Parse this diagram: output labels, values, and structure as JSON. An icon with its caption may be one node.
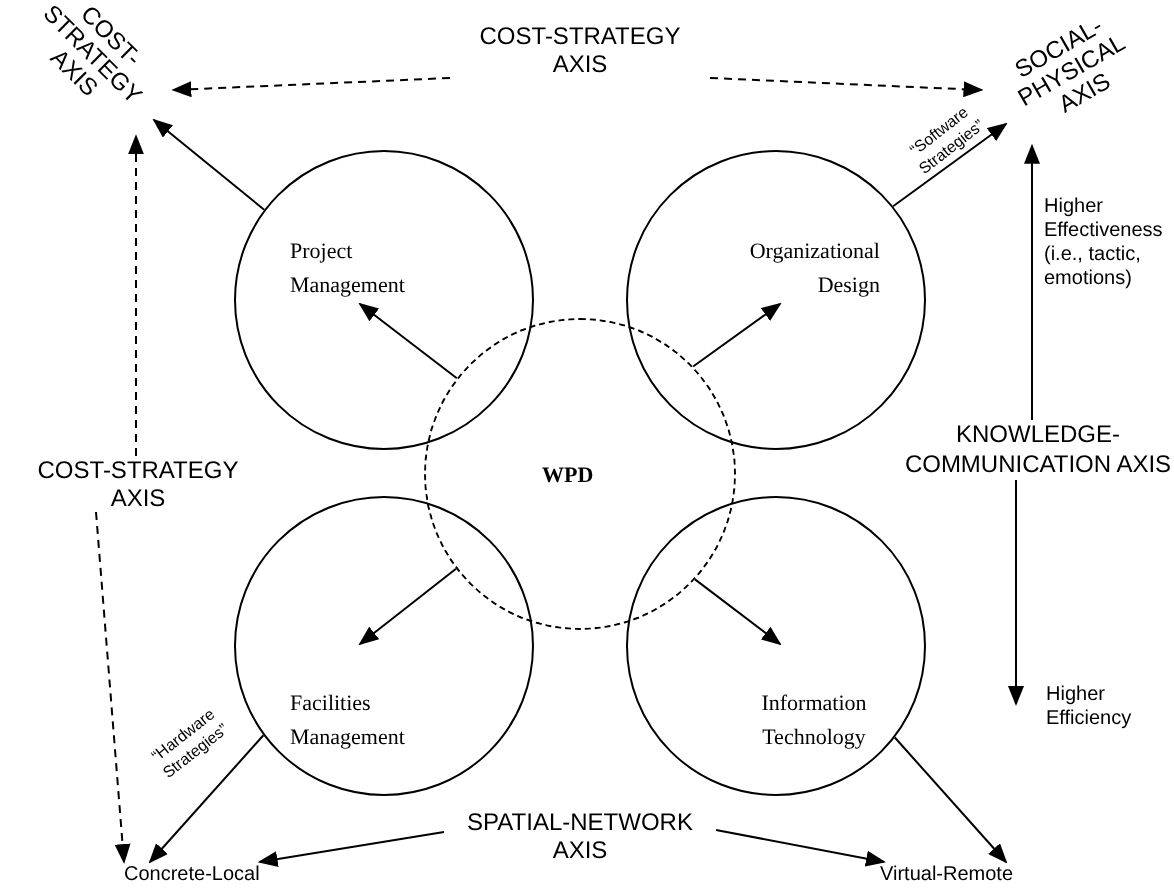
{
  "diagram": {
    "nodes": [
      {
        "text": [
          "WPD"
        ]
      },
      {
        "text": [
          "Project Management"
        ]
      },
      {
        "text": [
          "Organizational Design"
        ]
      },
      {
        "text": [
          "Facilities Management"
        ]
      },
      {
        "text": [
          "Information Technology"
        ]
      },
      {
        "text": [
          "COST- STRATEGY AXIS"
        ]
      },
      {
        "text": [
          "COST-STRATEGY AXIS"
        ]
      },
      {
        "text": [
          "SOCIAL- PHYSICAL AXIS"
        ]
      },
      {
        "text": [
          "COST-STRATEGY AXIS"
        ]
      },
      {
        "text": [
          "KNOWLEDGE- COMMUNICATION AXIS"
        ]
      },
      {
        "text": [
          "SPATIAL-NETWORK AXIS"
        ]
      },
      {
        "text": [
          "Concrete-Local"
        ]
      },
      {
        "text": [
          "Virtual-Remote"
        ]
      }
    ],
    "edges": [
      {
        "from": 0,
        "to": 1,
        "arrow": "to"
      },
      {
        "from": 0,
        "to": 2,
        "arrow": "to"
      },
      {
        "from": 0,
        "to": 3,
        "arrow": "to"
      },
      {
        "from": 0,
        "to": 4,
        "arrow": "to"
      },
      {
        "from": 1,
        "to": 5,
        "arrow": "to"
      },
      {
        "from": 6,
        "to": 5,
        "arrow": "to",
        "style": "dashed"
      },
      {
        "from": 8,
        "to": 5,
        "arrow": "to",
        "style": "dashed"
      },
      {
        "from": 6,
        "to": 7,
        "arrow": "to",
        "style": "dashed"
      },
      {
        "from": 2,
        "to": 7,
        "arrow": "to",
        "label": "“Software Strategies”"
      },
      {
        "from": 9,
        "to": 7,
        "arrow": "to",
        "label": "Higher Effectiveness (i.e., tactic, emotions)"
      },
      {
        "from": 9,
        "to": null,
        "arrow": "to",
        "label": "Higher Efficiency"
      },
      {
        "from": 8,
        "to": 11,
        "arrow": "to",
        "style": "dashed"
      },
      {
        "from": 3,
        "to": 11,
        "arrow": "to",
        "label": "“Hardware Strategies”"
      },
      {
        "from": 10,
        "to": 11,
        "arrow": "to"
      },
      {
        "from": 10,
        "to": 12,
        "arrow": "to"
      },
      {
        "from": 4,
        "to": 12,
        "arrow": "to"
      }
    ]
  }
}
